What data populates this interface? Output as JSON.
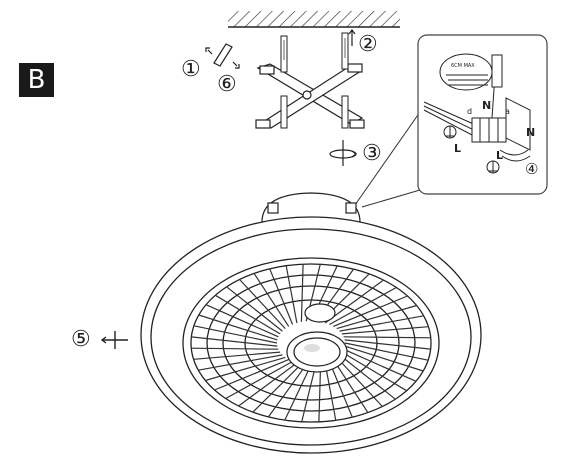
{
  "section_letter": "B",
  "steps": {
    "s1": "①",
    "s2": "②",
    "s3": "③",
    "s4": "④",
    "s5": "⑤",
    "s6": "⑥"
  },
  "wiring_detail": {
    "strip_length_label": "6CM MAX",
    "neutral_mark": "N",
    "live_mark": "L",
    "small_a": "a",
    "small_d": "d"
  },
  "colors": {
    "ink": "#1a1a1a",
    "line": "#333333",
    "panel_stroke": "#444444"
  }
}
